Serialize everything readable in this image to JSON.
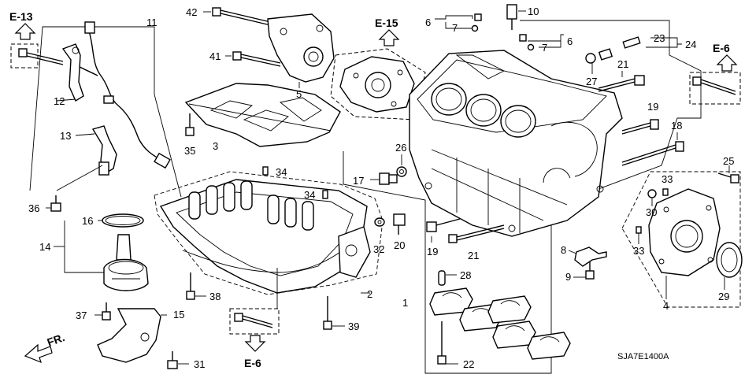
{
  "diagram": {
    "code": "SJA7E1400A",
    "front_marker": "FR.",
    "refs": {
      "e13": "E-13",
      "e15": "E-15",
      "e6_right": "E-6",
      "e6_bottom": "E-6"
    },
    "callouts": {
      "c1": "1",
      "c2": "2",
      "c3": "3",
      "c4": "4",
      "c5": "5",
      "c6a": "6",
      "c6b": "6",
      "c7a": "7",
      "c7b": "7",
      "c8": "8",
      "c9": "9",
      "c10": "10",
      "c11": "11",
      "c12": "12",
      "c13": "13",
      "c14": "14",
      "c15": "15",
      "c16": "16",
      "c17": "17",
      "c18": "18",
      "c19a": "19",
      "c19b": "19",
      "c20": "20",
      "c21a": "21",
      "c21b": "21",
      "c22": "22",
      "c23": "23",
      "c24": "24",
      "c25": "25",
      "c26": "26",
      "c27": "27",
      "c28": "28",
      "c29": "29",
      "c30": "30",
      "c31": "31",
      "c32": "32",
      "c33a": "33",
      "c33b": "33",
      "c34a": "34",
      "c34b": "34",
      "c35": "35",
      "c36": "36",
      "c37": "37",
      "c38": "38",
      "c39": "39",
      "c41": "41",
      "c42": "42"
    }
  }
}
